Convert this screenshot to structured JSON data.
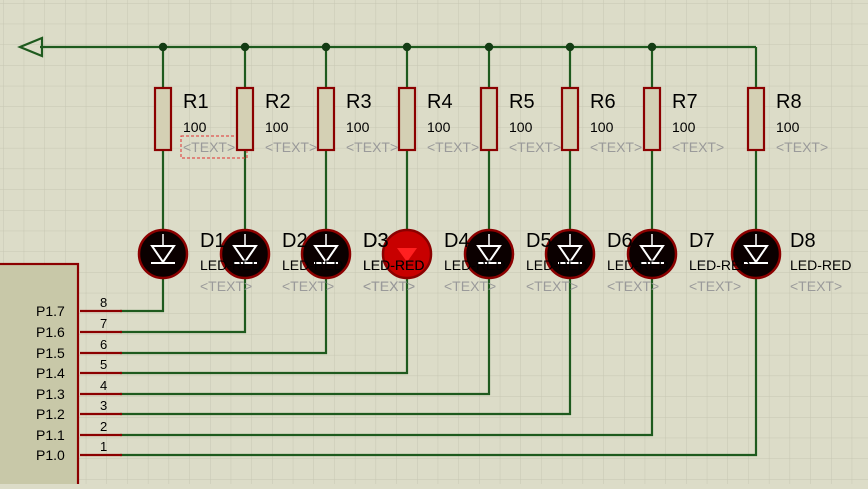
{
  "colors": {
    "background": "#dcdcc8",
    "grid": "#c6c6b2",
    "wire": "#1e5a1e",
    "junction": "#143c14",
    "component_outline": "#8b0000",
    "resistor_fill": "#d4d0b4",
    "led_off_fill": "#0b0000",
    "led_on_fill": "#c80000",
    "led_on_glyph": "#ff2020",
    "text_dark": "#000000",
    "text_hidden": "#9a9a9a",
    "chip_fill": "#c8c8a8",
    "selection": "#e03030"
  },
  "icons": {
    "power_rail": "ground-power-arrow-icon",
    "led": "led-diode-icon",
    "resistor": "resistor-icon"
  },
  "resistors": [
    {
      "ref": "R1",
      "value": "100",
      "text": "<TEXT>",
      "selected": true
    },
    {
      "ref": "R2",
      "value": "100",
      "text": "<TEXT>"
    },
    {
      "ref": "R3",
      "value": "100",
      "text": "<TEXT>"
    },
    {
      "ref": "R4",
      "value": "100",
      "text": "<TEXT>"
    },
    {
      "ref": "R5",
      "value": "100",
      "text": "<TEXT>"
    },
    {
      "ref": "R6",
      "value": "100",
      "text": "<TEXT>"
    },
    {
      "ref": "R7",
      "value": "100",
      "text": "<TEXT>"
    },
    {
      "ref": "R8",
      "value": "100",
      "text": "<TEXT>"
    }
  ],
  "leds": [
    {
      "ref": "D1",
      "value": "LED-RED",
      "text": "<TEXT>",
      "lit": false
    },
    {
      "ref": "D2",
      "value": "LED-RED",
      "text": "<TEXT>",
      "lit": false
    },
    {
      "ref": "D3",
      "value": "LED-RED",
      "text": "<TEXT>",
      "lit": false
    },
    {
      "ref": "D3",
      "value": "LED-RED",
      "text": "<TEXT>",
      "lit": false
    },
    {
      "ref": "D4",
      "value": "LED-RED",
      "text": "<TEXT>",
      "lit": true
    },
    {
      "ref": "D5",
      "value": "LED-RED",
      "text": "<TEXT>",
      "lit": false
    },
    {
      "ref": "D6",
      "value": "LED-RED",
      "text": "<TEXT>",
      "lit": false
    },
    {
      "ref": "D7",
      "value": "LED-RED",
      "text": "<TEXT>",
      "lit": false
    },
    {
      "ref": "D8",
      "value": "LED-RED",
      "text": "<TEXT>",
      "lit": false
    }
  ],
  "chip_pins": [
    {
      "name": "P1.7",
      "number": "8"
    },
    {
      "name": "P1.6",
      "number": "7"
    },
    {
      "name": "P1.5",
      "number": "6"
    },
    {
      "name": "P1.4",
      "number": "5"
    },
    {
      "name": "P1.3",
      "number": "4"
    },
    {
      "name": "P1.2",
      "number": "3"
    },
    {
      "name": "P1.1",
      "number": "2"
    },
    {
      "name": "P1.0",
      "number": "1"
    }
  ]
}
